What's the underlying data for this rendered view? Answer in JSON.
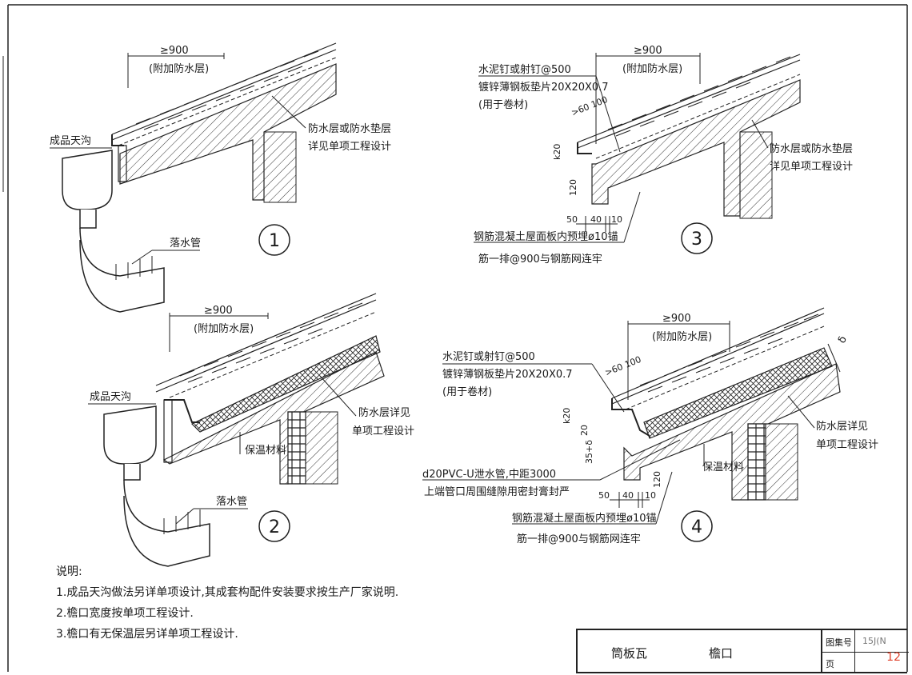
{
  "details": {
    "d1": {
      "number": "1",
      "dim_900": "≥900",
      "dim_note": "(附加防水层)",
      "membrane": "防水层或防水垫层",
      "membrane2": "详见单项工程设计",
      "gutter": "成品天沟",
      "downpipe": "落水管"
    },
    "d2": {
      "number": "2",
      "dim_900": "≥900",
      "dim_note": "(附加防水层)",
      "gutter": "成品天沟",
      "insulation": "保温材料",
      "membrane": "防水层详见",
      "membrane2": "单项工程设计",
      "downpipe": "落水管"
    },
    "d3": {
      "number": "3",
      "dim_900": "≥900",
      "dim_note": "(附加防水层)",
      "nail": "水泥钉或射钉@500",
      "washer": "镀锌薄钢板垫片20X20X0.7",
      "washer_note": "(用于卷材)",
      "dim_60_100": ">60 100",
      "dim_k20": "k20",
      "dim_120": "120",
      "membrane": "防水层或防水垫层",
      "membrane2": "详见单项工程设计",
      "dim_50": "50",
      "dim_40": "40",
      "dim_10": "10",
      "anchor": "钢筋混凝土屋面板内预埋ø10锚",
      "anchor2": "筋一排@900与钢筋网连牢"
    },
    "d4": {
      "number": "4",
      "dim_900": "≥900",
      "dim_note": "(附加防水层)",
      "nail": "水泥钉或射钉@500",
      "washer": "镀锌薄钢板垫片20X20X0.7",
      "washer_note": "(用于卷材)",
      "dim_60_100": ">60 100",
      "dim_delta": "δ",
      "dim_k20": "k20",
      "dim_20": "20",
      "dim_35": "35+δ",
      "dim_120": "120",
      "membrane": "防水层详见",
      "membrane2": "单项工程设计",
      "insulation": "保温材料",
      "pvc": "d20PVC-U泄水管,中距3000",
      "pvc2": "上端管口周围缝隙用密封膏封严",
      "dim_50": "50",
      "dim_40": "40",
      "dim_10": "10",
      "anchor": "钢筋混凝土屋面板内预埋ø10锚",
      "anchor2": "筋一排@900与钢筋网连牢"
    }
  },
  "notes": {
    "heading": "说明:",
    "items": [
      "1.成品天沟做法另详单项设计,其成套构配件安装要求按生产厂家说明.",
      "2.檐口宽度按单项工程设计.",
      "3.檐口有无保温层另详单项工程设计."
    ]
  },
  "title_block": {
    "title1": "筒板瓦",
    "title2": "檐口",
    "atlas_label": "图集号",
    "atlas_value": "15J(N",
    "page_label": "页",
    "page_value": "12"
  },
  "colors": {
    "ink": "#1a1a1a",
    "page_mark": "#e0402a"
  }
}
